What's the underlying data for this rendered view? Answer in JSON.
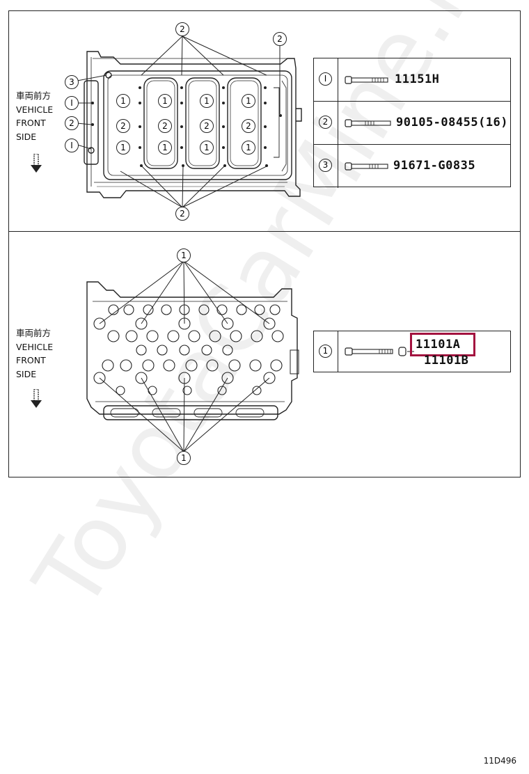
{
  "top_panel": {
    "side_label": [
      "車両前方",
      "VEHICLE",
      "FRONT",
      "SIDE"
    ],
    "callouts": [
      "2",
      "2",
      "3",
      "I",
      "2",
      "I",
      "2"
    ],
    "parts_table": [
      {
        "index": "I",
        "part_no": "11151H"
      },
      {
        "index": "2",
        "part_no": "90105-08455(16)"
      },
      {
        "index": "3",
        "part_no": "91671-G0835"
      }
    ]
  },
  "bottom_panel": {
    "side_label": [
      "車両前方",
      "VEHICLE",
      "FRONT",
      "SIDE"
    ],
    "callouts": [
      "1",
      "1"
    ],
    "parts_table": [
      {
        "index": "1",
        "part_no": "11101A",
        "part_no_2": "11101B"
      }
    ],
    "highlight_color": "#a3123f"
  },
  "diagram_code": "11D496",
  "watermark": "ToyotaCarMine.ru"
}
